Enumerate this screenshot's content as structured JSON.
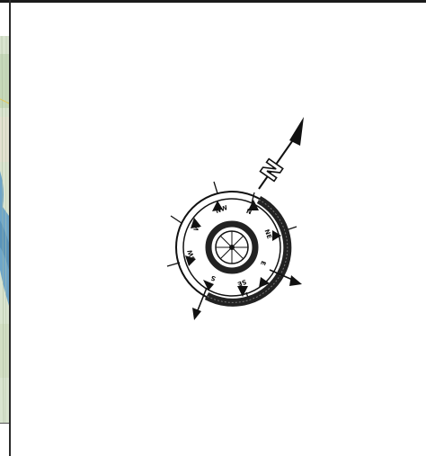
{
  "compass": {
    "north_label": "N",
    "points": [
      "N",
      "NE",
      "E",
      "SE",
      "S",
      "SW",
      "W",
      "NW"
    ]
  },
  "colors": {
    "ink": "#111111",
    "map_land": "#cfe0c4",
    "map_water": "#6ea6c9"
  }
}
